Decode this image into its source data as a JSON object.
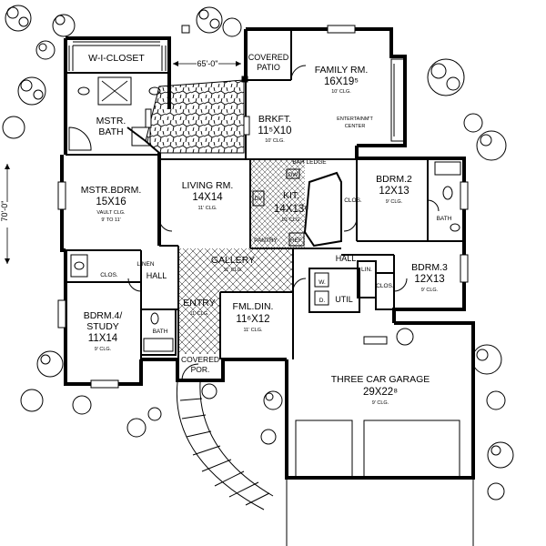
{
  "dimensions": {
    "width_label": "65'-0\"",
    "depth_label": "70'-0\""
  },
  "rooms": {
    "wi_closet": {
      "name": "W-I-CLOSET"
    },
    "mstr_bath": {
      "name": "MSTR.",
      "name2": "BATH"
    },
    "covered_patio": {
      "name": "COVERED",
      "name2": "PATIO"
    },
    "family_rm": {
      "name": "FAMILY RM.",
      "size": "16X19⁵",
      "clg": "10' CLG."
    },
    "entertainment": {
      "name": "ENTERTAINM'T",
      "name2": "CENTER"
    },
    "brkft": {
      "name": "BRKFT.",
      "size": "11⁵X10",
      "clg": "10' CLG."
    },
    "mstr_bdrm": {
      "name": "MSTR.BDRM.",
      "size": "15X16",
      "clg": "VAULT CLG.",
      "clg2": "9' TO 11'"
    },
    "living_rm": {
      "name": "LIVING RM.",
      "size": "14X14",
      "clg": "11' CLG."
    },
    "kit": {
      "name": "KIT.",
      "size": "14X13⁶",
      "clg": "10' CLG."
    },
    "bdrm2": {
      "name": "BDRM.2",
      "size": "12X13",
      "clg": "9' CLG."
    },
    "bdrm3": {
      "name": "BDRM.3",
      "size": "12X13",
      "clg": "9' CLG."
    },
    "gallery": {
      "name": "GALLERY",
      "clg": "11' CLG."
    },
    "bdrm4": {
      "name": "BDRM.4/",
      "name2": "STUDY",
      "size": "11X14",
      "clg": "9' CLG."
    },
    "entry": {
      "name": "ENTRY",
      "clg": "11' CLG."
    },
    "fml_din": {
      "name": "FML.DIN.",
      "size": "11⁶X12",
      "clg": "11' CLG."
    },
    "garage": {
      "name": "THREE CAR GARAGE",
      "size": "29X22⁸",
      "clg": "9' CLG."
    },
    "covered_por": {
      "name": "COVERED",
      "name2": "POR."
    }
  },
  "labels": {
    "bar_ledge": "BAR LEDGE",
    "dw": "DW",
    "pantry": "PANTRY",
    "ref": "REF.",
    "dv": "DV",
    "clos1": "CLOS.",
    "clos2": "CLOS.",
    "clos3": "CLOS.",
    "bath": "BATH",
    "linen": "LINEN",
    "hall1": "HALL",
    "hall2": "HALL",
    "lin": "LIN.",
    "w": "W.",
    "d": "D.",
    "util": "UTIL",
    "bath_small": "BATH"
  }
}
